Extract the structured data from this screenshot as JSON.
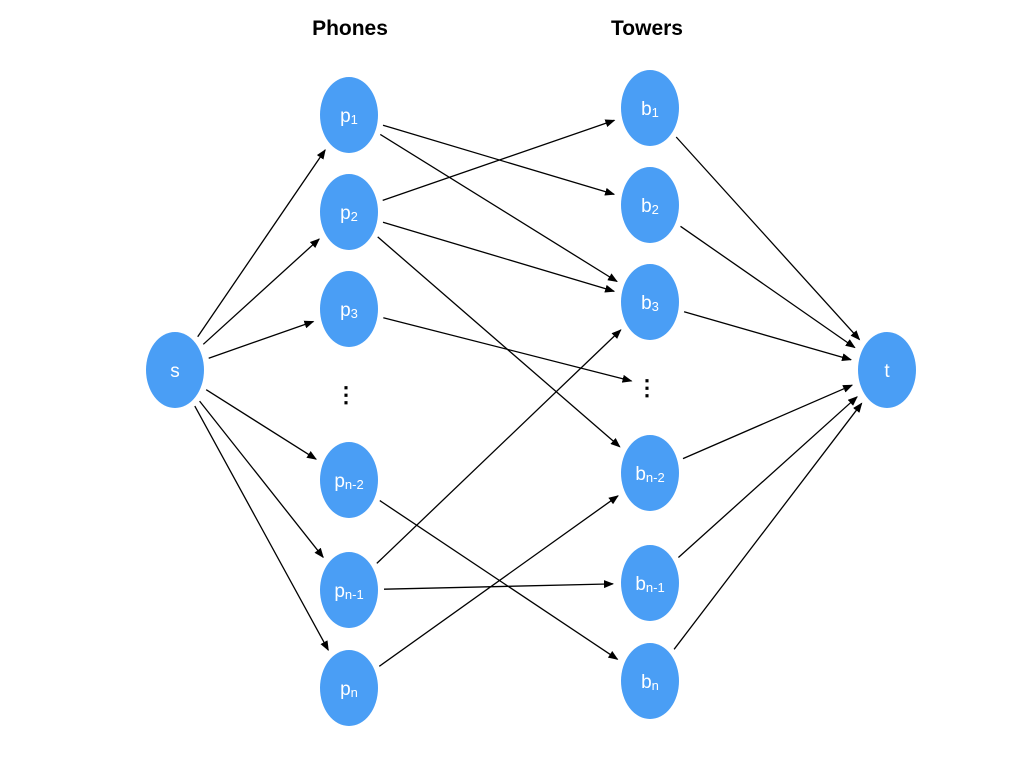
{
  "headers": {
    "phones": "Phones",
    "towers": "Towers"
  },
  "colors": {
    "node_fill": "#4a9ef5",
    "node_text": "#ffffff",
    "edge": "#000000"
  },
  "ellipsis": "⋮",
  "nodes": [
    {
      "id": "s",
      "base": "s",
      "sub": ""
    },
    {
      "id": "t",
      "base": "t",
      "sub": ""
    },
    {
      "id": "p1",
      "base": "p",
      "sub": "1"
    },
    {
      "id": "p2",
      "base": "p",
      "sub": "2"
    },
    {
      "id": "p3",
      "base": "p",
      "sub": "3"
    },
    {
      "id": "pn2",
      "base": "p",
      "sub": "n-2"
    },
    {
      "id": "pn1",
      "base": "p",
      "sub": "n-1"
    },
    {
      "id": "pn",
      "base": "p",
      "sub": "n"
    },
    {
      "id": "b1",
      "base": "b",
      "sub": "1"
    },
    {
      "id": "b2",
      "base": "b",
      "sub": "2"
    },
    {
      "id": "b3",
      "base": "b",
      "sub": "3"
    },
    {
      "id": "bn2",
      "base": "b",
      "sub": "n-2"
    },
    {
      "id": "bn1",
      "base": "b",
      "sub": "n-1"
    },
    {
      "id": "bn",
      "base": "b",
      "sub": "n"
    }
  ],
  "edges": [
    {
      "from": "s",
      "to": "p1"
    },
    {
      "from": "s",
      "to": "p2"
    },
    {
      "from": "s",
      "to": "p3"
    },
    {
      "from": "s",
      "to": "pn2"
    },
    {
      "from": "s",
      "to": "pn1"
    },
    {
      "from": "s",
      "to": "pn"
    },
    {
      "from": "p1",
      "to": "b2"
    },
    {
      "from": "p1",
      "to": "b3"
    },
    {
      "from": "p2",
      "to": "b1"
    },
    {
      "from": "p2",
      "to": "b3"
    },
    {
      "from": "p2",
      "to": "bn2"
    },
    {
      "from": "p3",
      "to": "ellipsis-towers"
    },
    {
      "from": "pn2",
      "to": "bn"
    },
    {
      "from": "pn1",
      "to": "b3"
    },
    {
      "from": "pn1",
      "to": "bn1"
    },
    {
      "from": "pn",
      "to": "bn2"
    },
    {
      "from": "b1",
      "to": "t"
    },
    {
      "from": "b2",
      "to": "t"
    },
    {
      "from": "b3",
      "to": "t"
    },
    {
      "from": "bn2",
      "to": "t"
    },
    {
      "from": "bn1",
      "to": "t"
    },
    {
      "from": "bn",
      "to": "t"
    }
  ]
}
